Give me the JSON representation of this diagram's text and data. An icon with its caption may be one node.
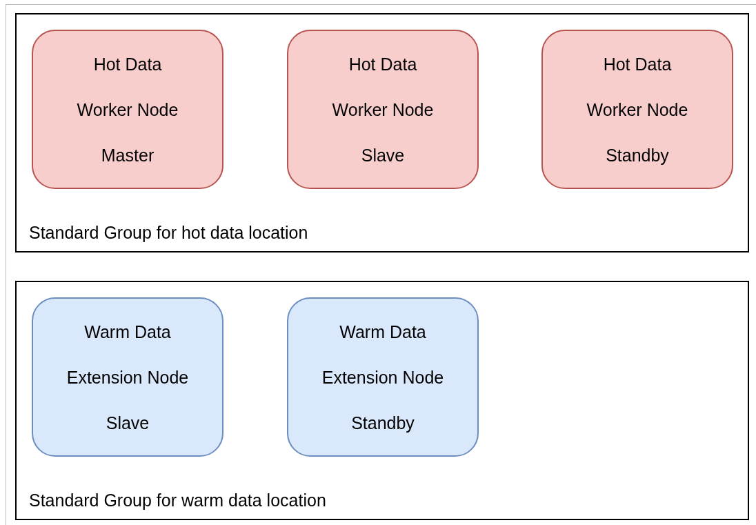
{
  "diagram": {
    "nodes": [
      {
        "text": [
          "Standard Group for hot data location"
        ]
      },
      {
        "text": [
          "Hot Data",
          "Worker Node",
          "Master"
        ],
        "in": 0
      },
      {
        "text": [
          "Hot Data",
          "Worker Node",
          "Slave"
        ],
        "in": 0
      },
      {
        "text": [
          "Hot Data",
          "Worker Node",
          "Standby"
        ],
        "in": 0
      },
      {
        "text": [
          "Standard Group for warm data location"
        ]
      },
      {
        "text": [
          "Warm Data",
          "Extension Node",
          "Slave"
        ],
        "in": 4
      },
      {
        "text": [
          "Warm Data",
          "Extension Node",
          "Standby"
        ],
        "in": 4
      }
    ]
  }
}
